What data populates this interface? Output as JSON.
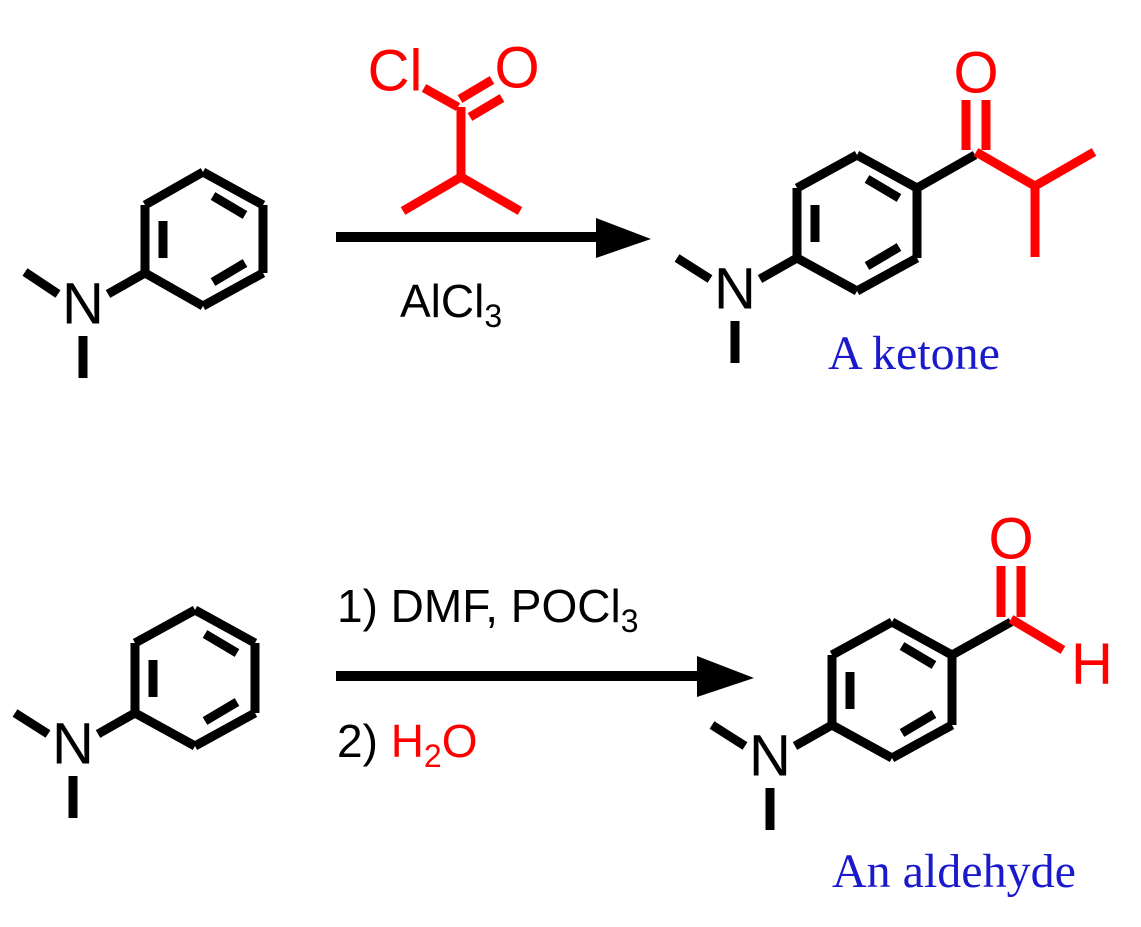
{
  "document": {
    "title": "Electrophilic aromatic substitution of N,N-dimethylaniline",
    "background_color": "#ffffff",
    "colors": {
      "bond_black": "#000000",
      "highlight_red": "#ff0000",
      "caption_blue": "#1a1aCC"
    }
  },
  "reactions": [
    {
      "id": "friedel-crafts-acylation",
      "substrate": {
        "name": "N,N-dimethylaniline",
        "nitrogen_label": "N",
        "ring": "benzene"
      },
      "reagent_structure": {
        "name": "isobutyryl chloride",
        "chlorine_label": "Cl",
        "oxygen_label": "O",
        "color": "#ff0000"
      },
      "conditions": [
        {
          "text": "AlCl",
          "subscript": "3"
        }
      ],
      "arrow": "reaction-arrow",
      "product": {
        "name": "1-(4-dimethylaminophenyl)-2-methylpropan-1-one",
        "nitrogen_label": "N",
        "oxygen_label": "O",
        "caption": "A ketone",
        "caption_color": "#1a1aCC"
      }
    },
    {
      "id": "vilsmeier-haack-formylation",
      "substrate": {
        "name": "N,N-dimethylaniline",
        "nitrogen_label": "N",
        "ring": "benzene"
      },
      "conditions_above": [
        {
          "prefix": "1) DMF, POCl",
          "subscript": "3",
          "suffix": ""
        }
      ],
      "conditions_below": [
        {
          "prefix": "2) ",
          "formula_h": "H",
          "formula_sub": "2",
          "formula_o": "O",
          "color": "#ff0000"
        }
      ],
      "arrow": "reaction-arrow",
      "product": {
        "name": "4-(dimethylamino)benzaldehyde",
        "nitrogen_label": "N",
        "oxygen_label": "O",
        "hydrogen_label": "H",
        "caption": "An aldehyde",
        "caption_color": "#1a1aCC"
      }
    }
  ],
  "labels": {
    "row1_reagent_cl": "Cl",
    "row1_reagent_o": "O",
    "row1_catalyst_main": "AlCl",
    "row1_catalyst_sub": "3",
    "row1_sub_n": "N",
    "row1_prod_n": "N",
    "row1_prod_o": "O",
    "row1_prod_caption": "A ketone",
    "row2_cond1_main": "1) DMF, POCl",
    "row2_cond1_sub": "3",
    "row2_cond2_prefix": "2) ",
    "row2_cond2_h": "H",
    "row2_cond2_sub": "2",
    "row2_cond2_o": "O",
    "row2_sub_n": "N",
    "row2_prod_n": "N",
    "row2_prod_o": "O",
    "row2_prod_h": "H",
    "row2_prod_caption": "An aldehyde"
  }
}
